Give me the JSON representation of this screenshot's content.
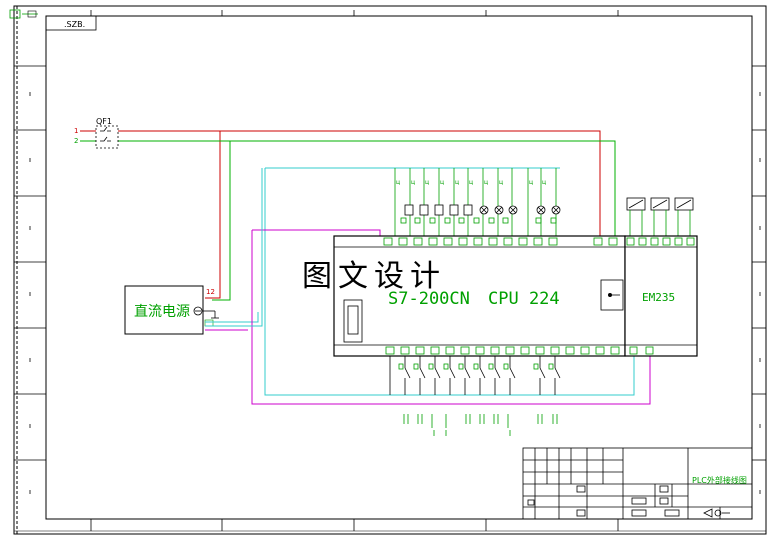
{
  "sheet": {
    "corner_label": ".SZB.",
    "title_block_title": "PLC外部接线图"
  },
  "breaker": {
    "label": "QF1",
    "line1": "1",
    "line2": "2"
  },
  "dc_supply": {
    "label": "直流电源",
    "terminal_label": "12"
  },
  "plc": {
    "model_text": "S7-200CN",
    "cpu_text": "CPU 224"
  },
  "expansion": {
    "label": "EM235"
  },
  "watermark": "图文设计",
  "colors": {
    "power_red": "#cc0000",
    "power_green": "#00b000",
    "signal_cyan": "#33cccc",
    "signal_magenta": "#cc00cc",
    "device_green": "#00a000"
  }
}
